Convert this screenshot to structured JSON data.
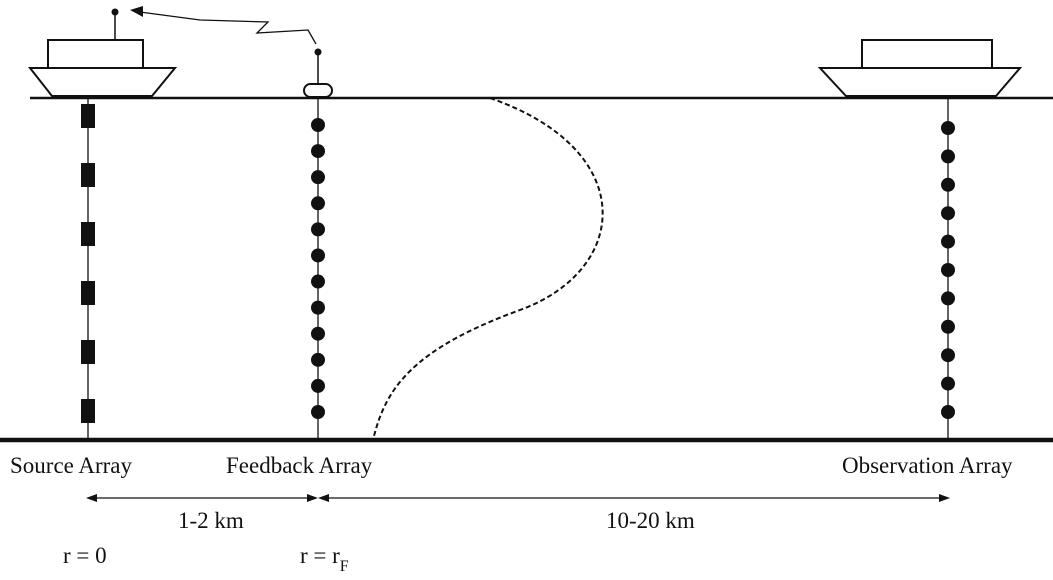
{
  "labels": {
    "source_array": "Source Array",
    "feedback_array": "Feedback Array",
    "observation_array": "Observation Array",
    "distance_1": "1-2 km",
    "distance_2": "10-20 km",
    "r_source": "r = 0",
    "r_feedback_prefix": "r = r",
    "r_feedback_subscript": "F"
  },
  "arrays": {
    "source_element_count": 6,
    "feedback_element_count": 12,
    "observation_element_count": 11
  },
  "colors": {
    "ink": "#111111",
    "background": "#ffffff"
  }
}
